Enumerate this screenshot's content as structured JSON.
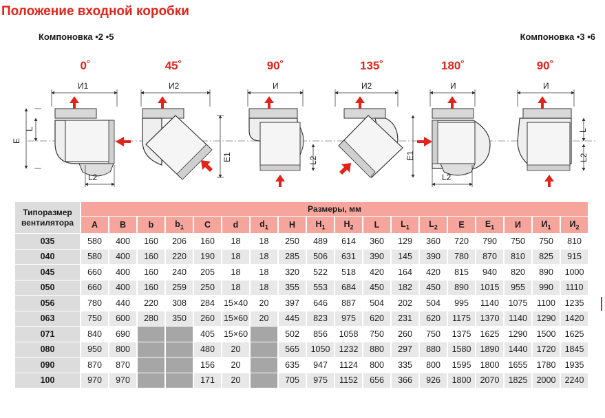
{
  "page": {
    "title": "Положение входной коробки",
    "layout_left": "Компоновка •2 •5",
    "layout_right": "Компоновка •3 •6"
  },
  "diagrams": [
    {
      "angle": "0˚",
      "top_dim": "И1",
      "labels": [
        "E",
        "L",
        "L2"
      ]
    },
    {
      "angle": "45˚",
      "top_dim": "И2",
      "labels": [
        "E1"
      ]
    },
    {
      "angle": "90˚",
      "top_dim": "И",
      "labels": [
        "L2"
      ]
    },
    {
      "angle": "135˚",
      "top_dim": "И2",
      "labels": [
        "E1"
      ]
    },
    {
      "angle": "180˚",
      "top_dim": "И",
      "labels": [
        "L2"
      ]
    },
    {
      "angle": "90˚",
      "top_dim": "И",
      "labels": [
        "L",
        "L2"
      ]
    }
  ],
  "table": {
    "row_header": "Типоразмер вентилятора",
    "group_header": "Размеры, мм",
    "columns": [
      {
        "main": "A",
        "sub": ""
      },
      {
        "main": "B",
        "sub": ""
      },
      {
        "main": "b",
        "sub": ""
      },
      {
        "main": "b",
        "sub": "1"
      },
      {
        "main": "C",
        "sub": ""
      },
      {
        "main": "d",
        "sub": ""
      },
      {
        "main": "d",
        "sub": "1"
      },
      {
        "main": "H",
        "sub": ""
      },
      {
        "main": "H",
        "sub": "1"
      },
      {
        "main": "H",
        "sub": "2"
      },
      {
        "main": "L",
        "sub": ""
      },
      {
        "main": "L",
        "sub": "1"
      },
      {
        "main": "L",
        "sub": "2"
      },
      {
        "main": "E",
        "sub": ""
      },
      {
        "main": "E",
        "sub": "1"
      },
      {
        "main": "И",
        "sub": ""
      },
      {
        "main": "И",
        "sub": "1"
      },
      {
        "main": "И",
        "sub": "2"
      }
    ],
    "rows": [
      {
        "size": "035",
        "values": [
          "580",
          "400",
          "160",
          "206",
          "160",
          "18",
          "18",
          "250",
          "489",
          "614",
          "360",
          "129",
          "360",
          "720",
          "790",
          "750",
          "750",
          "810"
        ]
      },
      {
        "size": "040",
        "values": [
          "580",
          "400",
          "160",
          "220",
          "190",
          "18",
          "18",
          "285",
          "506",
          "631",
          "390",
          "145",
          "390",
          "780",
          "870",
          "810",
          "825",
          "915"
        ]
      },
      {
        "size": "045",
        "values": [
          "660",
          "400",
          "160",
          "240",
          "205",
          "18",
          "18",
          "320",
          "522",
          "518",
          "420",
          "164",
          "420",
          "815",
          "940",
          "820",
          "890",
          "1000"
        ]
      },
      {
        "size": "050",
        "values": [
          "660",
          "400",
          "160",
          "259",
          "250",
          "18",
          "18",
          "355",
          "553",
          "684",
          "450",
          "182",
          "450",
          "890",
          "1015",
          "955",
          "990",
          "1110"
        ]
      },
      {
        "size": "056",
        "values": [
          "780",
          "440",
          "220",
          "308",
          "284",
          "15×40",
          "20",
          "397",
          "646",
          "887",
          "504",
          "202",
          "504",
          "995",
          "1140",
          "1075",
          "1100",
          "1235"
        ]
      },
      {
        "size": "063",
        "values": [
          "750",
          "600",
          "280",
          "350",
          "260",
          "15×60",
          "20",
          "445",
          "823",
          "975",
          "620",
          "231",
          "620",
          "1175",
          "1370",
          "1140",
          "1290",
          "1420"
        ]
      },
      {
        "size": "071",
        "values": [
          "840",
          "690",
          "",
          "",
          "405",
          "15×60",
          "",
          "502",
          "856",
          "1058",
          "750",
          "260",
          "750",
          "1375",
          "1625",
          "1290",
          "1500",
          "1625"
        ]
      },
      {
        "size": "080",
        "values": [
          "950",
          "800",
          "",
          "",
          "480",
          "20",
          "",
          "565",
          "1050",
          "1232",
          "880",
          "297",
          "880",
          "1580",
          "1890",
          "1440",
          "1720",
          "1845"
        ]
      },
      {
        "size": "090",
        "values": [
          "870",
          "870",
          "",
          "",
          "156",
          "20",
          "",
          "635",
          "947",
          "1124",
          "800",
          "335",
          "800",
          "1595",
          "1800",
          "1655",
          "1780",
          "1935"
        ]
      },
      {
        "size": "100",
        "values": [
          "970",
          "970",
          "",
          "",
          "171",
          "20",
          "",
          "705",
          "975",
          "1152",
          "656",
          "366",
          "926",
          "1800",
          "2070",
          "1825",
          "2000",
          "2240"
        ]
      }
    ]
  },
  "colors": {
    "accent": "#e2231a",
    "header_fill": "#f6a59d",
    "rowhead_fill": "#dcdcdc",
    "empty_fill": "#a6a6a6",
    "alt_row": "#e8e8e8"
  }
}
